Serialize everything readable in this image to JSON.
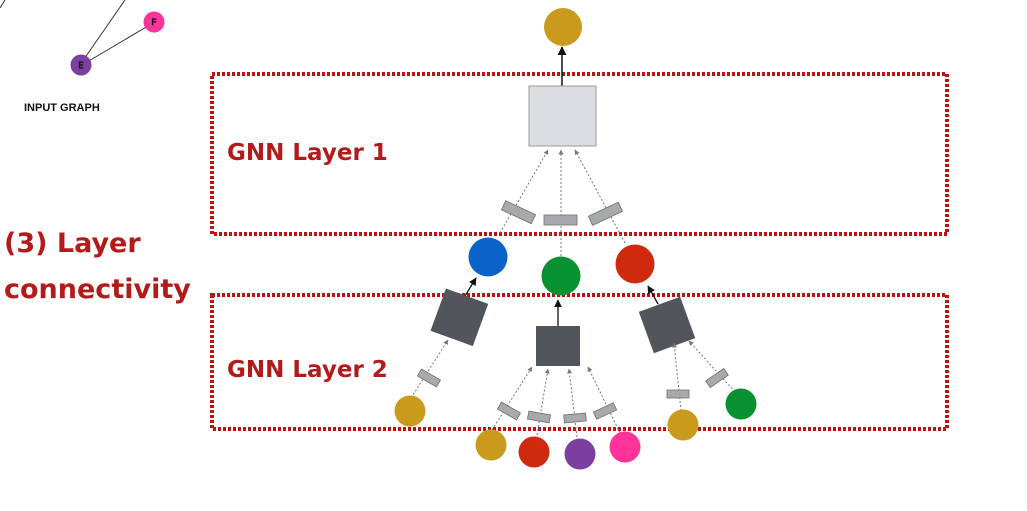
{
  "input_graph": {
    "caption": "INPUT GRAPH",
    "nodes": [
      {
        "id": "F",
        "label": "F",
        "color": "#ff3399"
      },
      {
        "id": "E",
        "label": "E",
        "color": "#7a3fa0"
      }
    ]
  },
  "section_label": {
    "line1": "(3) Layer",
    "line2": "connectivity"
  },
  "layers": [
    {
      "name": "GNN Layer 1"
    },
    {
      "name": "GNN Layer 2"
    }
  ],
  "colors": {
    "layer_border": "#c01010",
    "text_red": "#b31b1b",
    "agg_box_layer1": "#dcdde0",
    "agg_box_layer2": "#52565c",
    "message_rect": "#a7a9ac",
    "node_gold": "#c99a1c",
    "node_blue": "#0a63c9",
    "node_green": "#079131",
    "node_red": "#cf2a0e",
    "node_purple": "#7a3fa0",
    "node_pink": "#ff3399"
  },
  "tree": {
    "target": {
      "color": "node_gold"
    },
    "layer1_inputs": [
      {
        "color": "node_blue"
      },
      {
        "color": "node_green"
      },
      {
        "color": "node_red"
      }
    ],
    "layer2_inputs": [
      [
        {
          "color": "node_gold"
        }
      ],
      [
        {
          "color": "node_gold"
        },
        {
          "color": "node_red"
        },
        {
          "color": "node_purple"
        },
        {
          "color": "node_pink"
        }
      ],
      [
        {
          "color": "node_gold"
        },
        {
          "color": "node_green"
        }
      ]
    ]
  }
}
